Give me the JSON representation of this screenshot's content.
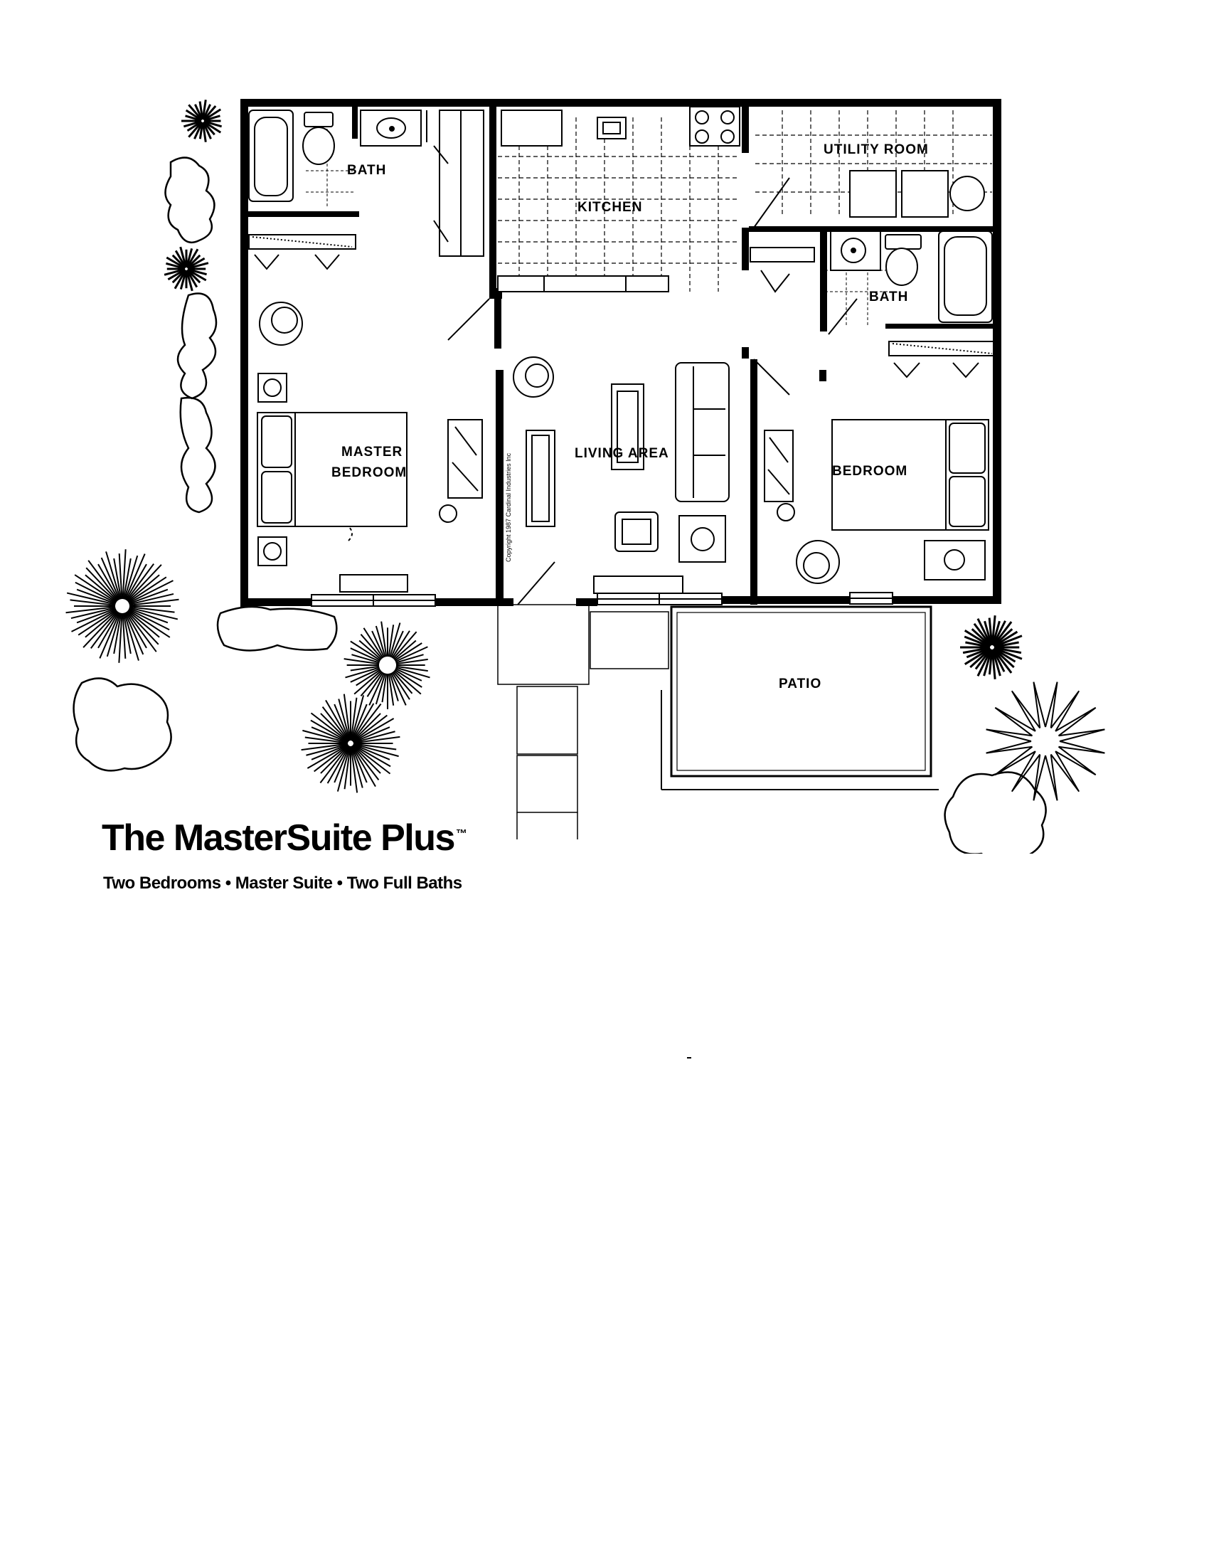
{
  "rooms": {
    "bath_master": "BATH",
    "kitchen": "KITCHEN",
    "utility": "UTILITY ROOM",
    "bath_second": "BATH",
    "master_line1": "MASTER",
    "master_line2": "BEDROOM",
    "living": "LIVING AREA",
    "bedroom": "BEDROOM",
    "patio": "PATIO"
  },
  "copyright": "Copyright 1987 Cardinal Industries Inc",
  "title": "The MasterSuite Plus",
  "trademark": "™",
  "subtitle": "Two Bedrooms • Master Suite • Two Full Baths"
}
